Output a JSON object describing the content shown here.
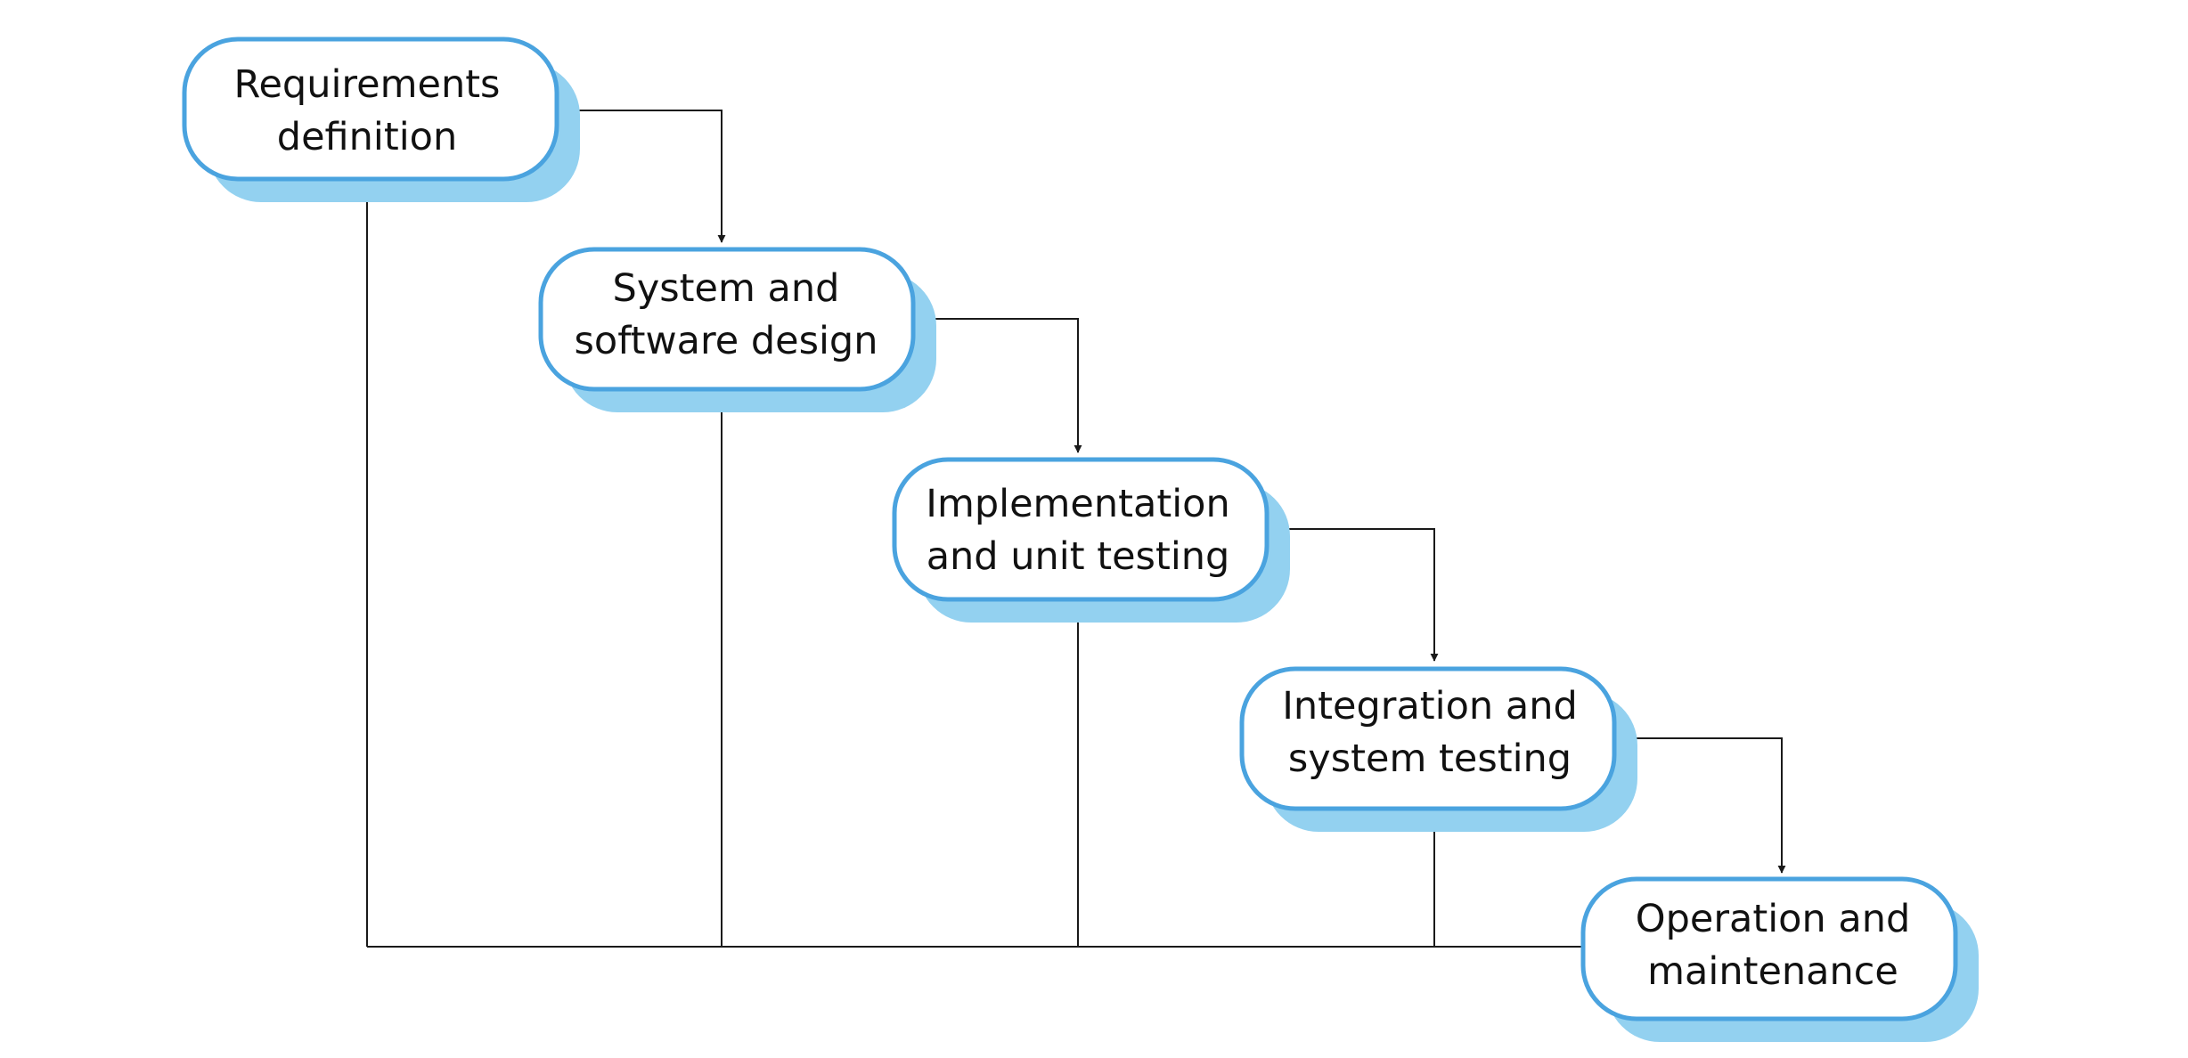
{
  "colors": {
    "box_border": "#4aa3df",
    "box_fill": "#ffffff",
    "box_shadow": "#93d1f0",
    "connector": "#1a1a1a"
  },
  "stages": [
    {
      "line1": "Requirements",
      "line2": "definition"
    },
    {
      "line1": "System and",
      "line2": "software design"
    },
    {
      "line1": "Implementation",
      "line2": "and unit testing"
    },
    {
      "line1": "Integration and",
      "line2": "system testing"
    },
    {
      "line1": "Operation and",
      "line2": "maintenance"
    }
  ]
}
